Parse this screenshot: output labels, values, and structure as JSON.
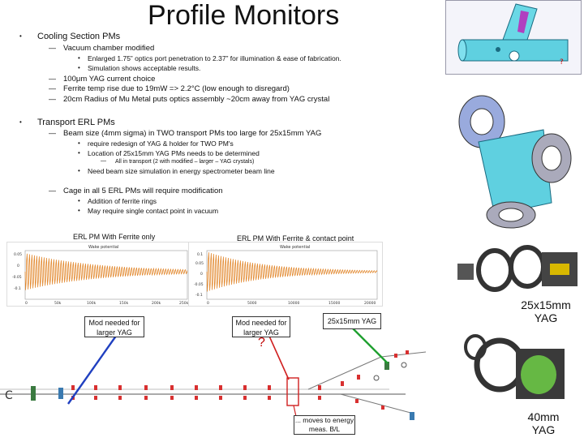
{
  "title": "Profile Monitors",
  "sections": {
    "cooling": {
      "heading": "Cooling Section PMs",
      "sub1": "Vacuum chamber modified",
      "sub1_items": [
        "Enlarged 1.75” optics port penetration to 2.37” for illumination & ease of fabrication.",
        "Simulation shows acceptable results."
      ],
      "sub2": "100μm YAG current choice",
      "sub3": "Ferrite temp rise due to 19mW => 2.2°C (low enough to disregard)",
      "sub4": "20cm Radius of Mu Metal puts optics assembly ~20cm away from YAG crystal"
    },
    "transport": {
      "heading": "Transport ERL PMs",
      "sub1": "Beam size (4mm sigma) in TWO transport PMs too large for 25x15mm YAG",
      "sub1_items": [
        "require redesign of YAG & holder for TWO PM's",
        "Location of 25x15mm YAG PMs needs to be determined"
      ],
      "sub1_deep": "All in transport (2 with modified – larger – YAG crystals)",
      "sub1_item3": "Need beam size simulation in energy spectrometer beam line",
      "sub2": "Cage in all 5 ERL PMs will require modification",
      "sub2_items": [
        "Addition of ferrite rings",
        "May require single contact point in vacuum"
      ]
    }
  },
  "captions": {
    "plot_left": "ERL PM With Ferrite only",
    "plot_right": "ERL PM With Ferrite & contact point",
    "yag_25": "25x15mm YAG",
    "yag_40": "40mm YAG",
    "mod_left": "Mod needed for larger YAG",
    "mod_right": "Mod needed for larger YAG",
    "yag_box": "25x15mm YAG",
    "question": "?",
    "moves": "... moves to energy meas. B/L"
  },
  "plot_left_data": {
    "title": "Wake potential",
    "y_ticks": [
      "0.05",
      "0",
      "-0.05",
      "-0.1"
    ],
    "x_ticks": [
      "0",
      "50k",
      "100k",
      "150k",
      "200k",
      "250k"
    ]
  },
  "plot_right_data": {
    "title": "Wake potential",
    "y_ticks": [
      "0.1",
      "0.05",
      "0",
      "-0.05",
      "-0.1"
    ],
    "x_ticks": [
      "0",
      "5000",
      "10000",
      "15000",
      "20000"
    ]
  }
}
